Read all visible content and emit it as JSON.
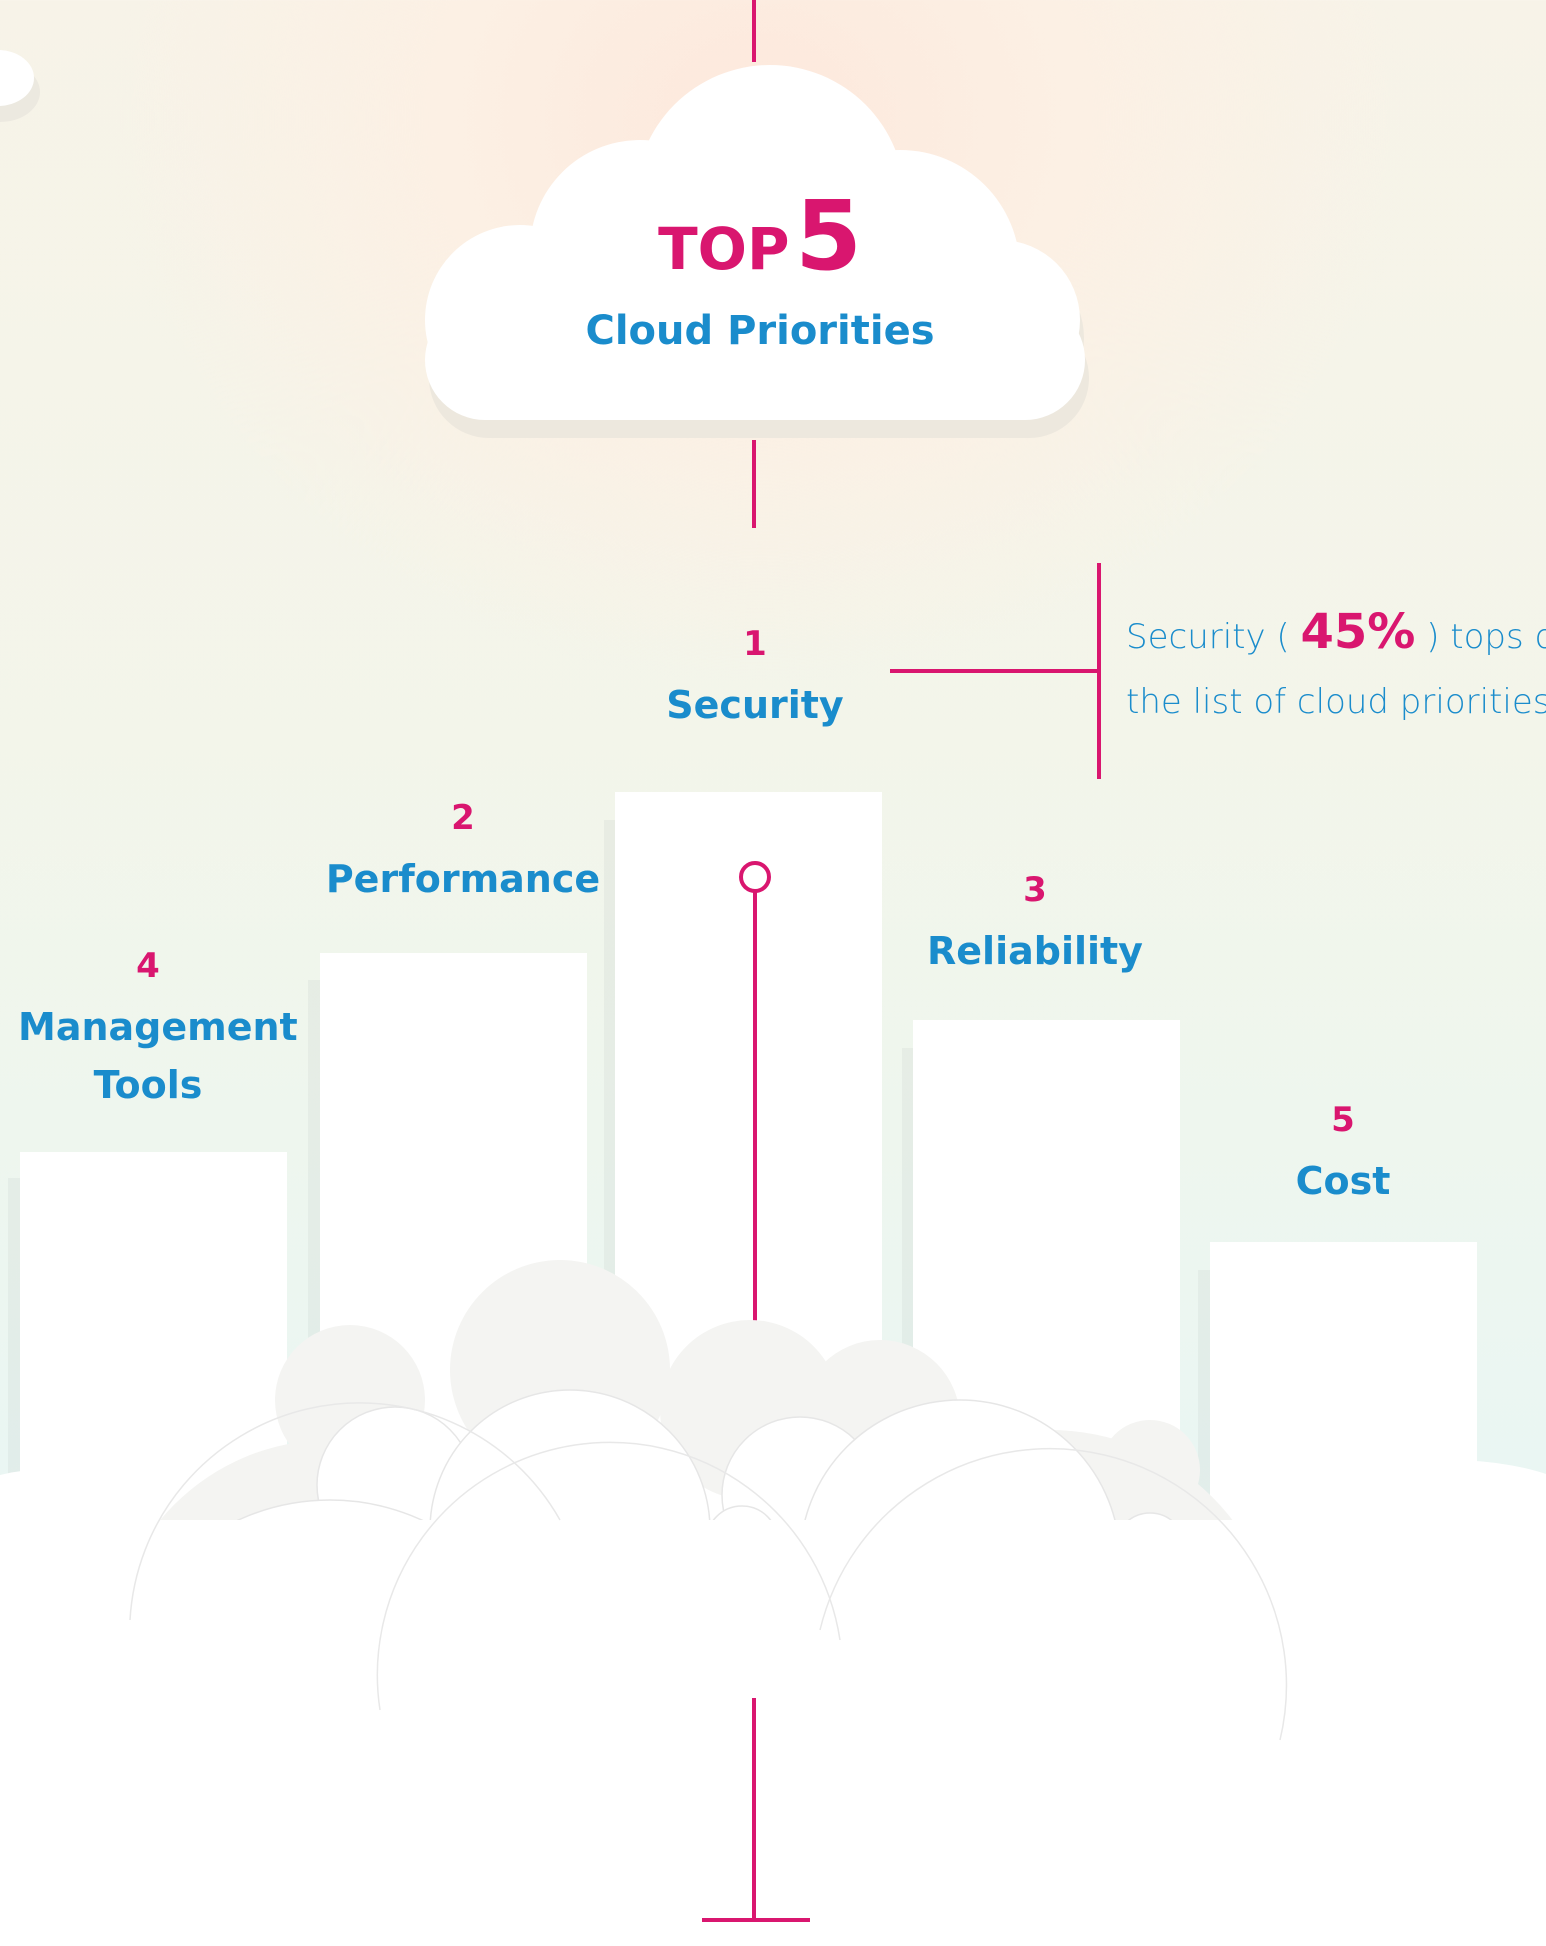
{
  "header": {
    "title_word": "TOP",
    "title_number": "5",
    "subtitle": "Cloud Priorities"
  },
  "priorities": [
    {
      "rank": "1",
      "label": "Security"
    },
    {
      "rank": "2",
      "label": "Performance"
    },
    {
      "rank": "3",
      "label": "Reliability"
    },
    {
      "rank": "4",
      "label": "Management Tools"
    },
    {
      "rank": "5",
      "label": "Cost"
    }
  ],
  "callout": {
    "prefix": "Security ( ",
    "percent": "45%",
    "suffix": " ) tops of",
    "line2": "the list of cloud priorities"
  },
  "colors": {
    "accent": "#d9166f",
    "label": "#1a8ccc",
    "pillar": "#ffffff"
  }
}
